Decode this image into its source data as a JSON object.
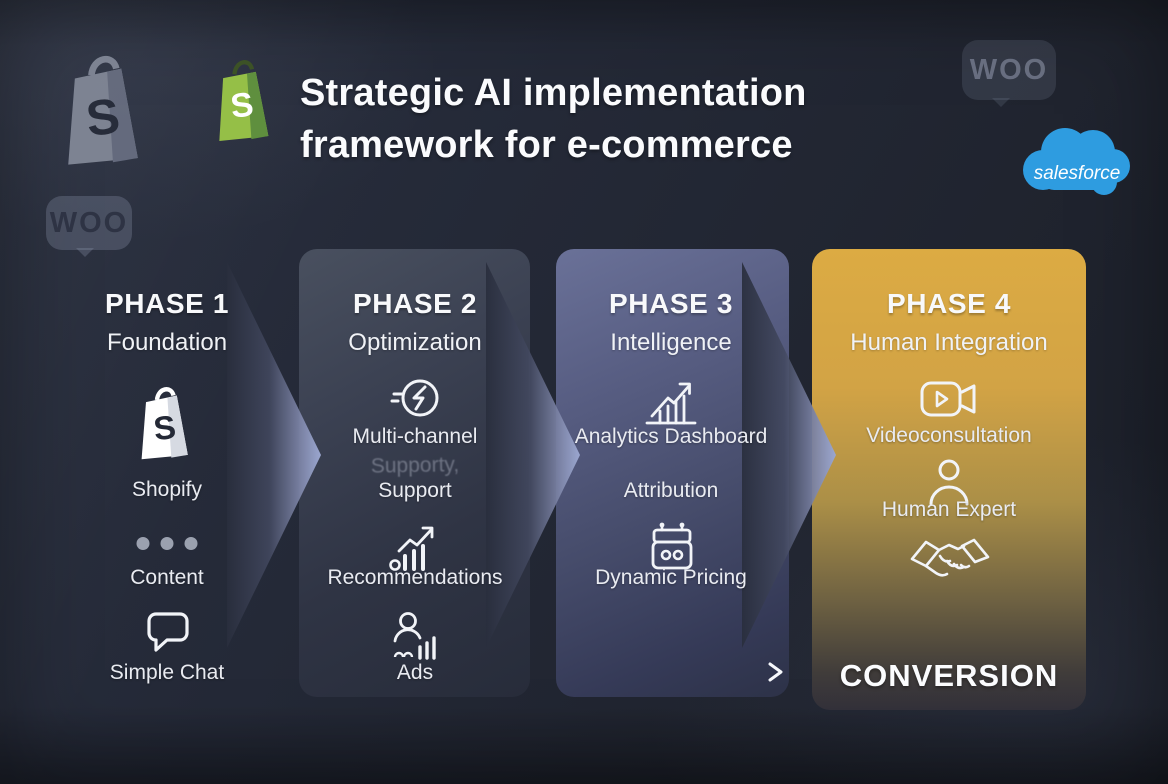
{
  "header": {
    "title_line1": "Strategic AI implementation",
    "title_line2": "framework for e-commerce",
    "logos": {
      "shopify_ghost_letter": "S",
      "shopify_green_letter": "S",
      "woo_top": "WOO",
      "woo_left": "WOO",
      "salesforce": "salesforce"
    }
  },
  "phases": [
    {
      "title": "PHASE 1",
      "subtitle": "Foundation",
      "items": [
        {
          "icon": "shopify-bag-icon",
          "icon_letter": "S",
          "label": "Shopify"
        },
        {
          "icon": "ellipsis-icon",
          "label": "Content"
        },
        {
          "icon": "chat-bubble-icon",
          "label": "Simple Chat"
        }
      ]
    },
    {
      "title": "PHASE 2",
      "subtitle": "Optimization",
      "items": [
        {
          "icon": "speed-bolt-icon",
          "label": "Multi-channel",
          "ghost_label": "Supporty,",
          "label2": "Support"
        },
        {
          "icon": "growth-bars-icon",
          "label": "Recommendations"
        },
        {
          "icon": "person-stats-icon",
          "label": "Ads"
        }
      ]
    },
    {
      "title": "PHASE 3",
      "subtitle": "Intelligence",
      "items": [
        {
          "icon": "analytics-chart-icon",
          "label": "Analytics Dashboard"
        },
        {
          "icon": "none",
          "label": "Attribution"
        },
        {
          "icon": "cash-register-icon",
          "label": "Dynamic Pricing"
        }
      ]
    },
    {
      "title": "PHASE 4",
      "subtitle": "Human Integration",
      "items": [
        {
          "icon": "video-camera-icon",
          "label": "Videoconsultation"
        },
        {
          "icon": "person-icon",
          "label": "Human Expert"
        },
        {
          "icon": "handshake-icon",
          "label": ""
        }
      ],
      "footer": "CONVERSION"
    }
  ],
  "colors": {
    "background": "#232836",
    "phase2_panel": "#3e4456",
    "phase3_panel": "#565c80",
    "phase4_panel": "#d5a644",
    "chevron_tip": "#9ba7d0",
    "shopify_green": "#95bf47",
    "shopify_green_dark": "#5f8f3e",
    "salesforce_blue": "#2e9ce0",
    "text": "#f2f4f8"
  }
}
